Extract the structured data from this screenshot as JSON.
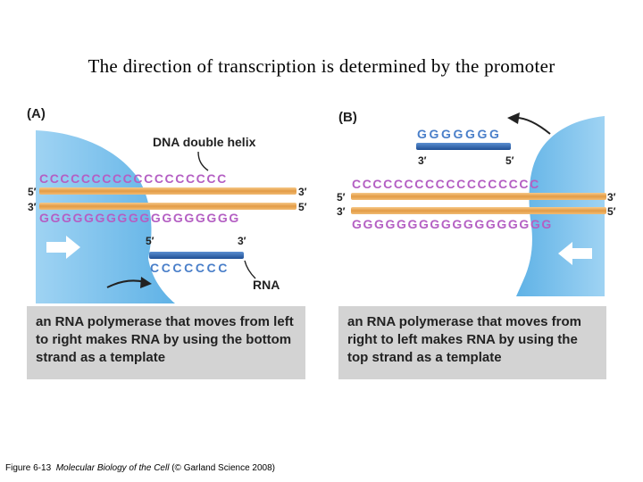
{
  "title": "The direction of transcription is determined by the promoter",
  "panel_a": {
    "label": "(A)",
    "callout_dna": "DNA double helix",
    "top_seq": "CCCCCCCCCCCCCCCCCC",
    "bottom_seq": "GGGGGGGGGGGGGGGGGG",
    "top_left_end": "5′",
    "top_right_end": "3′",
    "bottom_left_end": "3′",
    "bottom_right_end": "5′",
    "rna_left_end": "5′",
    "rna_right_end": "3′",
    "rna_seq": "CCCCCCC",
    "callout_rna": "RNA",
    "caption": "an RNA polymerase that moves from left to right makes RNA by using the bottom strand as a template"
  },
  "panel_b": {
    "label": "(B)",
    "rna_seq": "GGGGGGG",
    "rna_left_end": "3′",
    "rna_right_end": "5′",
    "top_seq": "CCCCCCCCCCCCCCCCCC",
    "bottom_seq": "GGGGGGGGGGGGGGGGGG",
    "top_left_end": "5′",
    "top_right_end": "3′",
    "bottom_left_end": "3′",
    "bottom_right_end": "5′",
    "caption": "an RNA polymerase that moves from right to left makes RNA by using the top strand as a template"
  },
  "footer": {
    "figure": "Figure 6-13",
    "book": "Molecular Biology of the Cell",
    "credit": "(© Garland Science 2008)"
  },
  "colors": {
    "polymerase": "#7fc3ec",
    "dna_strand": "#e8a24a",
    "rna_strand": "#2f63a8",
    "base_letters": "#b45fc3",
    "caption_bg": "#d3d3d3"
  }
}
